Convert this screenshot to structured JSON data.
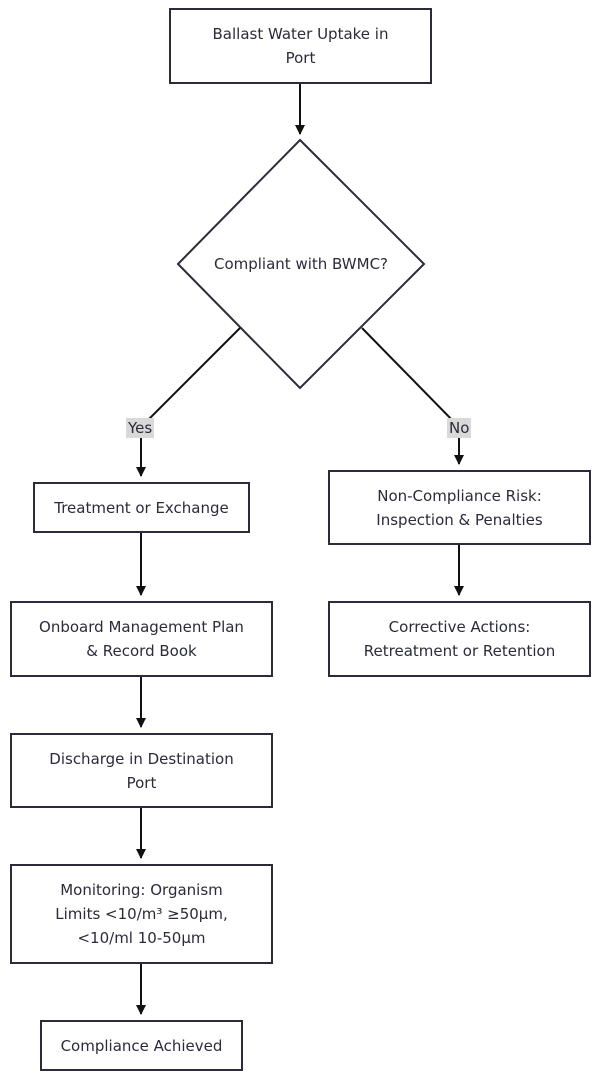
{
  "nodes": {
    "uptake": "Ballast Water Uptake in\nPort",
    "decision": "Compliant with BWMC?",
    "treatment": "Treatment or Exchange",
    "management": "Onboard Management Plan\n& Record Book",
    "discharge": "Discharge in Destination\nPort",
    "monitoring": "Monitoring: Organism\nLimits <10/m³ ≥50µm,\n<10/ml 10-50µm",
    "compliance": "Compliance Achieved",
    "risk": "Non-Compliance Risk:\nInspection & Penalties",
    "corrective": "Corrective Actions:\nRetreatment or Retention"
  },
  "edge_labels": {
    "yes": "Yes",
    "no": "No"
  },
  "colors": {
    "stroke": "#2b2b3a",
    "label_bg": "#d9d9d9"
  }
}
